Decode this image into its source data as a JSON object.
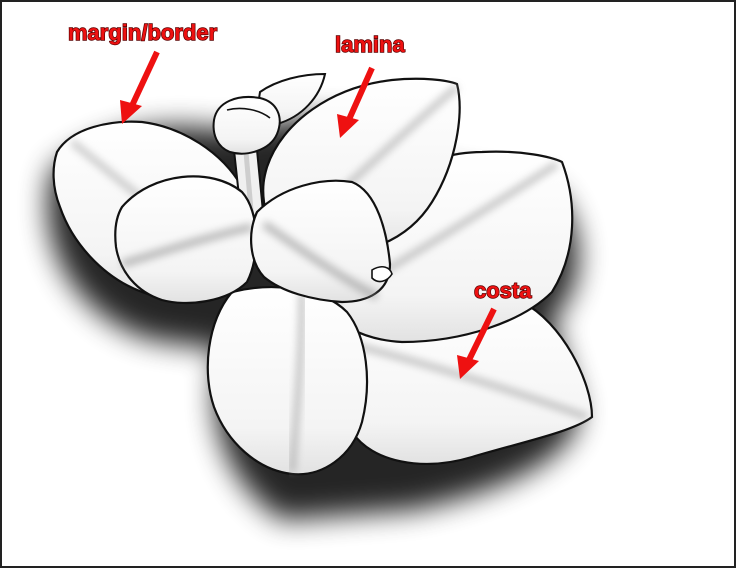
{
  "diagram": {
    "labels": {
      "margin_border": "margin/border",
      "lamina": "lamina",
      "costa": "costa"
    },
    "colors": {
      "label": "#ee1111",
      "outline": "#111111",
      "fill": "#ffffff",
      "vein_shade": "#9a9a9a",
      "shadow": "#000000"
    }
  }
}
